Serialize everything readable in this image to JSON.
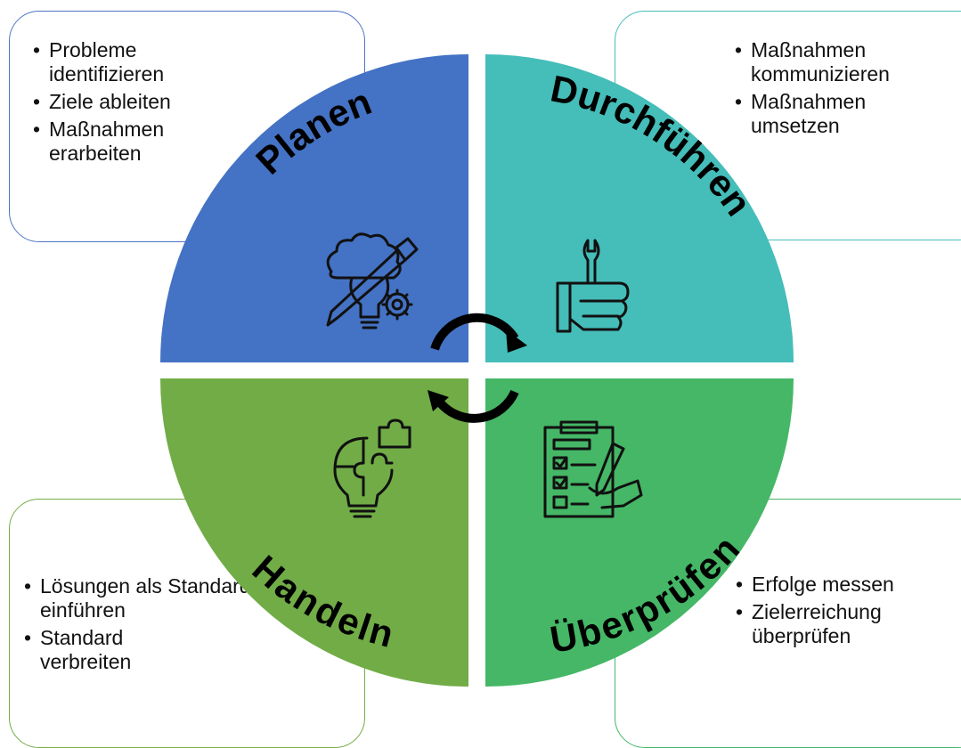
{
  "colors": {
    "planen": "#4472c4",
    "durchfuehren": "#45bdb9",
    "handeln": "#71ac47",
    "ueberpruefen": "#45b766",
    "cycle_arrows": "#000000"
  },
  "quadrants": {
    "planen": {
      "title": "Planen",
      "icon": "brainstorm-lightbulb-pencil-gear-icon"
    },
    "durchfuehren": {
      "title": "Durchführen",
      "icon": "hand-holding-wrench-icon"
    },
    "handeln": {
      "title": "Handeln",
      "icon": "puzzle-lightbulb-icon"
    },
    "ueberpruefen": {
      "title": "Überprüfen",
      "icon": "checklist-clipboard-icon"
    }
  },
  "cycle": {
    "icon": "circular-arrows-icon"
  },
  "notes": {
    "planen": [
      "Probleme identifizieren",
      "Ziele ableiten",
      "Maßnahmen erarbeiten"
    ],
    "durchfuehren": [
      "Maßnahmen kommunizieren",
      "Maßnahmen umsetzen"
    ],
    "handeln": [
      "Lösungen als Standard einführen",
      "Standard verbreiten"
    ],
    "ueberpruefen": [
      "Erfolge messen",
      "Zielerreichung überprüfen"
    ]
  }
}
